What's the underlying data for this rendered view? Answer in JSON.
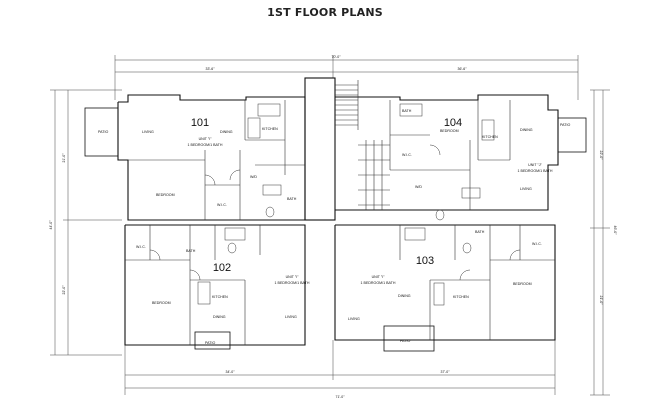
{
  "title": "1ST FLOOR PLANS",
  "units": [
    {
      "number": "101",
      "unit_label": "UNIT \"I\"",
      "unit_desc": "1 BEDROOM/1 BATH"
    },
    {
      "number": "102",
      "unit_label": "UNIT \"I\"",
      "unit_desc": "1 BEDROOM/1 BATH"
    },
    {
      "number": "103",
      "unit_label": "UNIT \"I\"",
      "unit_desc": "1 BEDROOM/1 BATH"
    },
    {
      "number": "104",
      "unit_label": "UNIT \"J\"",
      "unit_desc": "1 BEDROOM/1 BATH"
    }
  ],
  "rooms": {
    "patio": "PATIO",
    "living": "LIVING",
    "dining": "DINING",
    "kitchen": "KITCHEN",
    "bedroom": "BEDROOM",
    "bath": "BATH",
    "wic": "W.I.C.",
    "wd": "W/D"
  },
  "dimensions": {
    "overall_top": "70'-0\"",
    "top_left": "33'-6\"",
    "top_right": "36'-6\"",
    "overall_bottom": "71'-0\"",
    "bottom_left": "34'-0\"",
    "bottom_right": "37'-0\"",
    "left_overall": "44'-0\"",
    "left_upper": "21'-0\"",
    "left_lower": "22'-0\"",
    "right_overall": "46'-0\"",
    "right_upper": "22'-0\"",
    "right_lower": "21'-0\""
  }
}
